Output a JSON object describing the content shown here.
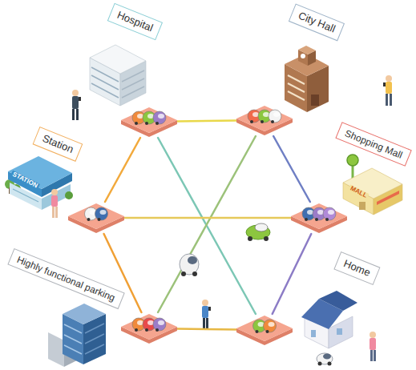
{
  "diagram": {
    "nodes": [
      {
        "text": [
          "Hospital"
        ]
      },
      {
        "text": [
          "City Hall"
        ]
      },
      {
        "text": [
          "Station"
        ]
      },
      {
        "text": [
          "Shopping Mall"
        ]
      },
      {
        "text": [
          "Highly functional parking"
        ]
      },
      {
        "text": [
          "Home"
        ]
      }
    ],
    "edges": [
      {
        "from": 0,
        "to": 1,
        "arrow": "none"
      },
      {
        "from": 0,
        "to": 2,
        "arrow": "none"
      },
      {
        "from": 1,
        "to": 3,
        "arrow": "none"
      },
      {
        "from": 2,
        "to": 4,
        "arrow": "none"
      },
      {
        "from": 3,
        "to": 5,
        "arrow": "none"
      },
      {
        "from": 4,
        "to": 5,
        "arrow": "none"
      },
      {
        "from": 0,
        "to": 5,
        "arrow": "none"
      },
      {
        "from": 1,
        "to": 4,
        "arrow": "none"
      },
      {
        "from": 2,
        "to": 3,
        "arrow": "none"
      }
    ],
    "labels": [
      "STATION",
      "MALL"
    ]
  }
}
